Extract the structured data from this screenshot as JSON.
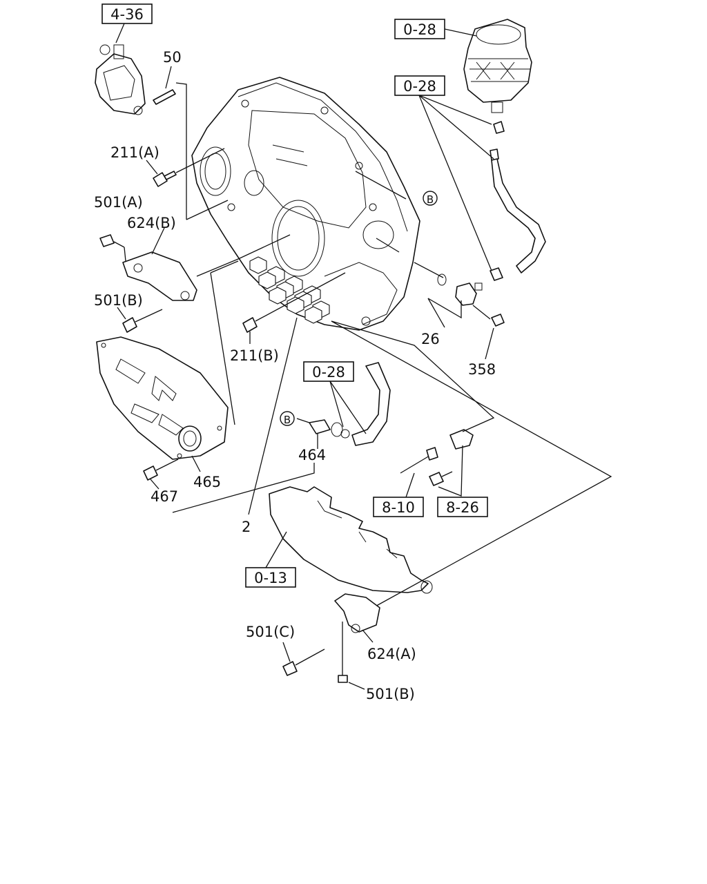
{
  "refs": {
    "r436": "4-36",
    "r028a": "0-28",
    "r028b": "0-28",
    "r028c": "0-28",
    "r810": "8-10",
    "r826": "8-26",
    "r013": "0-13"
  },
  "labels": {
    "p50": "50",
    "p211a": "211(A)",
    "p501a": "501(A)",
    "p624b": "624(B)",
    "p501b_top": "501(B)",
    "p211b": "211(B)",
    "pB1": "B",
    "pB2": "B",
    "p26": "26",
    "p358": "358",
    "p464": "464",
    "p465": "465",
    "p467": "467",
    "p2": "2",
    "p501c": "501(C)",
    "p624a": "624(A)",
    "p501b_bot": "501(B)"
  }
}
